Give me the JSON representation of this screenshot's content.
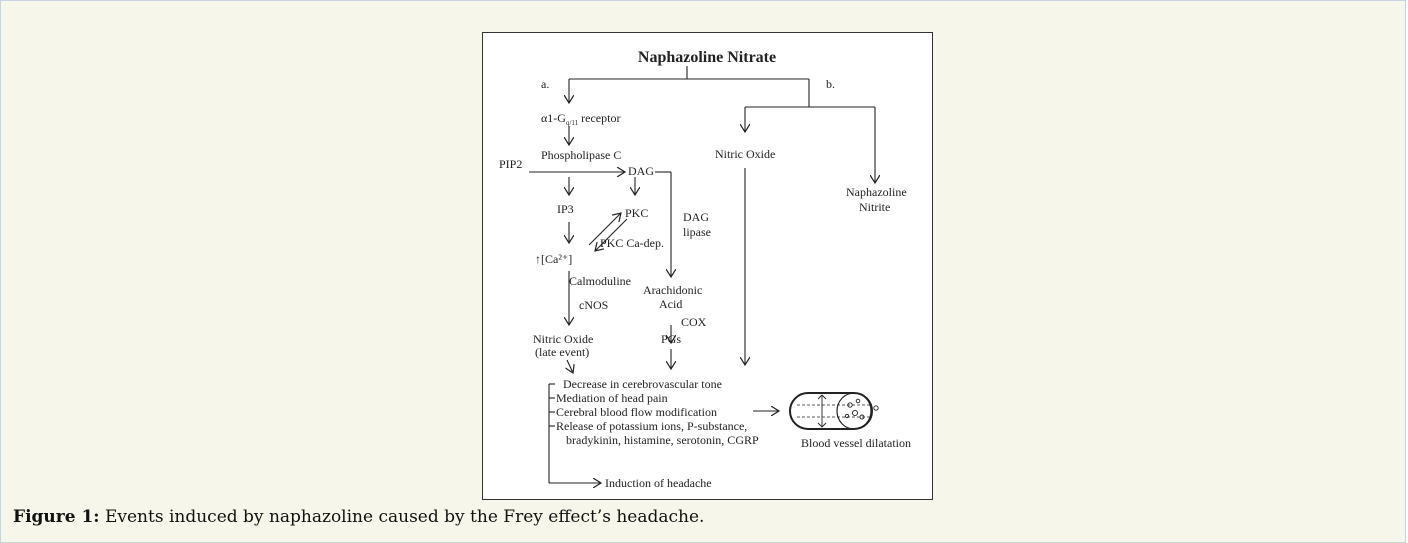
{
  "diagram": {
    "title": "Naphazoline Nitrate",
    "branch_a": "a.",
    "branch_b": "b.",
    "receptor_main": "α1-G",
    "receptor_sub": "q/11",
    "receptor_tail": " receptor",
    "phospholipase": "Phospholipase C",
    "pip2": "PIP2",
    "dag": "DAG",
    "ip3": "IP3",
    "pkc": "PKC",
    "ca_label": "↑[Ca²⁺]",
    "pkc_ca": "PKC Ca-dep.",
    "dag_lipase_1": "DAG",
    "dag_lipase_2": "lipase",
    "calmoduline": "Calmoduline",
    "cnos": "cNOS",
    "arachidonic_1": "Arachidonic",
    "arachidonic_2": "Acid",
    "cox": "COX",
    "pgs": "PGs",
    "no_late_1": "Nitric Oxide",
    "no_late_2": "(late event)",
    "nitric_oxide": "Nitric Oxide",
    "naph_nitrite_1": "Naphazoline",
    "naph_nitrite_2": "Nitrite",
    "effects": [
      "Decrease in cerebrovascular tone",
      "Mediation of head pain",
      "Cerebral blood flow modification",
      "Release of potassium ions, P-substance,",
      "bradykinin, histamine, serotonin, CGRP"
    ],
    "vessel_label": "Blood vessel  dilatation",
    "headache": "Induction of headache"
  },
  "caption": {
    "label": "Figure 1:",
    "text": " Events induced by naphazoline caused by the Frey effect’s headache."
  }
}
